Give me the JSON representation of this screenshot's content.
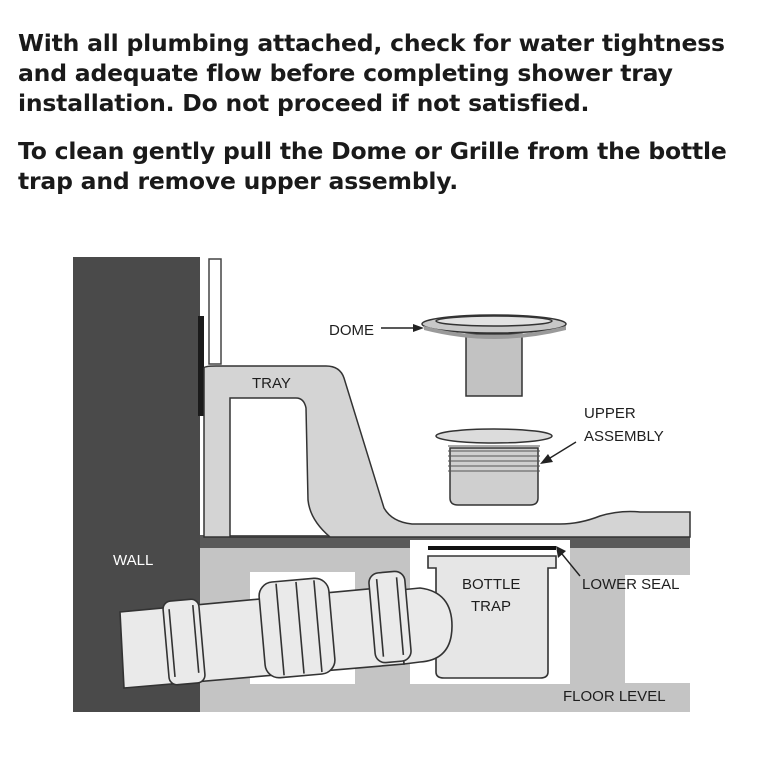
{
  "instructions": {
    "paragraph_1": "With all plumbing attached, check for water tightness and adequate flow before completing shower tray installation. Do not proceed if not satisfied.",
    "paragraph_2": "To clean gently pull the Dome or Grille from the bottle trap and remove upper assembly."
  },
  "diagram": {
    "labels": {
      "wall": "WALL",
      "tray": "TRAY",
      "dome": "DOME",
      "upper_assembly_line1": "UPPER",
      "upper_assembly_line2": "ASSEMBLY",
      "bottle_trap_line1": "BOTTLE",
      "bottle_trap_line2": "TRAP",
      "lower_seal": "LOWER SEAL",
      "floor_level": "FLOOR LEVEL"
    },
    "colors": {
      "wall": "#4a4a4a",
      "floor": "#c4c4c4",
      "tray": "#d4d4d4",
      "pipe": "#e8e8e8",
      "outline": "#333333"
    }
  }
}
